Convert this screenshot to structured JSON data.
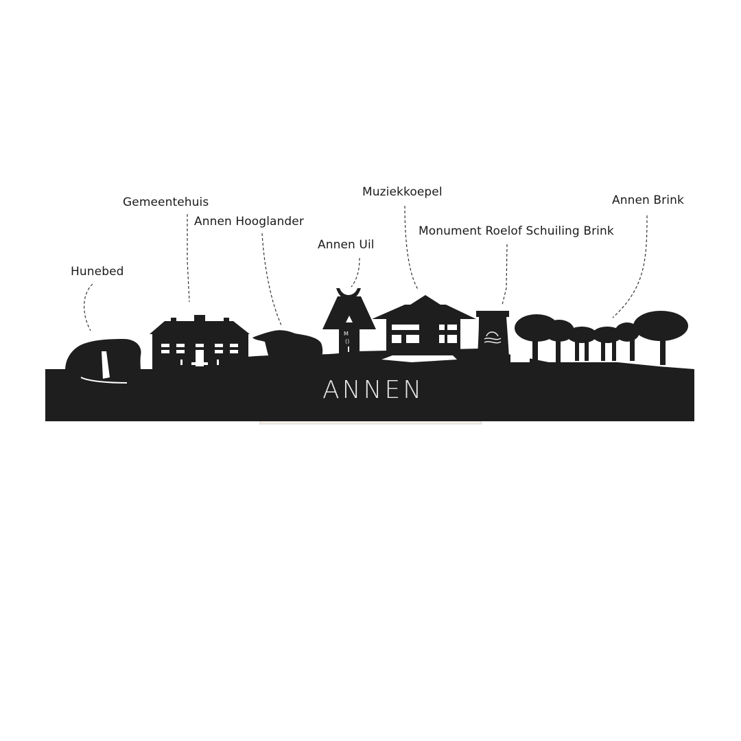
{
  "product": {
    "city_name": "ANNEN",
    "silhouette_color": "#1e1e1e",
    "stand_color": "#f4eeea",
    "background": "#ffffff"
  },
  "landmarks": [
    {
      "label": "Hunebed"
    },
    {
      "label": "Gemeentehuis"
    },
    {
      "label": "Annen Hooglander"
    },
    {
      "label": "Annen Uil"
    },
    {
      "label": "Muziekkoepel"
    },
    {
      "label": "Monument Roelof Schuiling Brink"
    },
    {
      "label": "Annen Brink"
    }
  ]
}
